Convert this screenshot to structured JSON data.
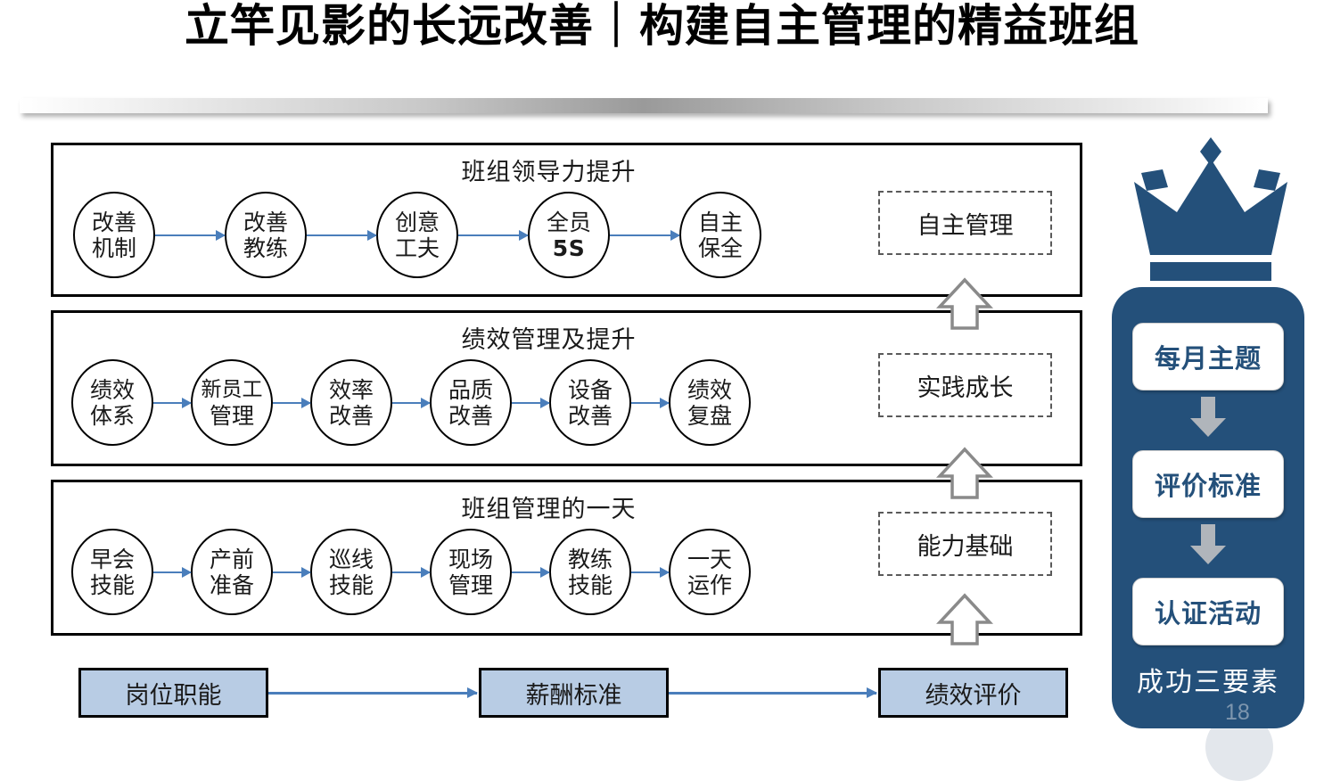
{
  "slide": {
    "title": "立竿见影的长远改善｜构建自主管理的精益班组",
    "page_number": "18",
    "colors": {
      "brand_dark_blue": "#24507a",
      "arrow_blue": "#4a7ebb",
      "light_blue_box": "#b8cce4",
      "gray_arrow": "#b0b5bb",
      "dashed_border": "#5a5a5a"
    }
  },
  "rows": [
    {
      "title": "班组领导力提升",
      "nodes": [
        {
          "l1": "改善",
          "l2": "机制",
          "bold": false
        },
        {
          "l1": "改善",
          "l2": "教练",
          "bold": false
        },
        {
          "l1": "创意",
          "l2": "工夫",
          "bold": false
        },
        {
          "l1": "全员",
          "l2": "5S",
          "bold": true
        },
        {
          "l1": "自主",
          "l2": "保全",
          "bold": false
        }
      ],
      "result": "自主管理"
    },
    {
      "title": "绩效管理及提升",
      "nodes": [
        {
          "l1": "绩效",
          "l2": "体系",
          "bold": false
        },
        {
          "l1": "新员工",
          "l2": "管理",
          "bold": false
        },
        {
          "l1": "效率",
          "l2": "改善",
          "bold": false
        },
        {
          "l1": "品质",
          "l2": "改善",
          "bold": false
        },
        {
          "l1": "设备",
          "l2": "改善",
          "bold": false
        },
        {
          "l1": "绩效",
          "l2": "复盘",
          "bold": false
        }
      ],
      "result": "实践成长"
    },
    {
      "title": "班组管理的一天",
      "nodes": [
        {
          "l1": "早会",
          "l2": "技能",
          "bold": false
        },
        {
          "l1": "产前",
          "l2": "准备",
          "bold": false
        },
        {
          "l1": "巡线",
          "l2": "技能",
          "bold": false
        },
        {
          "l1": "现场",
          "l2": "管理",
          "bold": false
        },
        {
          "l1": "教练",
          "l2": "技能",
          "bold": false
        },
        {
          "l1": "一天",
          "l2": "运作",
          "bold": false
        }
      ],
      "result": "能力基础"
    }
  ],
  "foundation": {
    "boxes": [
      "岗位职能",
      "薪酬标准",
      "绩效评价"
    ]
  },
  "right_panel": {
    "icon": "crown-icon",
    "cards": [
      "每月主题",
      "评价标准",
      "认证活动"
    ],
    "footer": "成功三要素"
  }
}
